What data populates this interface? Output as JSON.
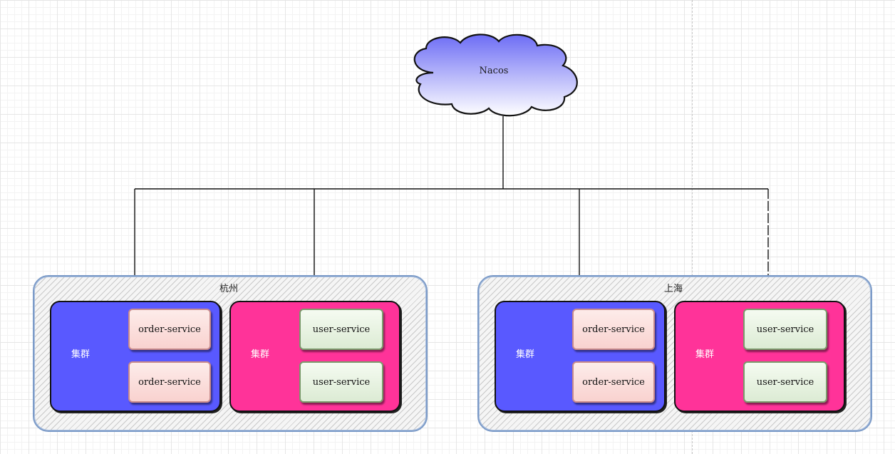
{
  "diagram": {
    "registry": {
      "label": "Nacos",
      "shape": "cloud"
    },
    "regions": [
      {
        "label": "杭州",
        "clusters": [
          {
            "label": "集群",
            "color": "#5959ff",
            "services": [
              "order-service",
              "order-service"
            ]
          },
          {
            "label": "集群",
            "color": "#ff3399",
            "services": [
              "user-service",
              "user-service"
            ]
          }
        ]
      },
      {
        "label": "上海",
        "clusters": [
          {
            "label": "集群",
            "color": "#5959ff",
            "services": [
              "order-service",
              "order-service"
            ]
          },
          {
            "label": "集群",
            "color": "#ff3399",
            "services": [
              "user-service",
              "user-service"
            ]
          }
        ]
      }
    ],
    "connections": [
      {
        "from": "Nacos",
        "to": "杭州 集群 (order-service)"
      },
      {
        "from": "Nacos",
        "to": "杭州 集群 (user-service)"
      },
      {
        "from": "Nacos",
        "to": "上海 集群 (order-service)"
      },
      {
        "from": "Nacos",
        "to": "上海 集群 (user-service)"
      }
    ]
  }
}
